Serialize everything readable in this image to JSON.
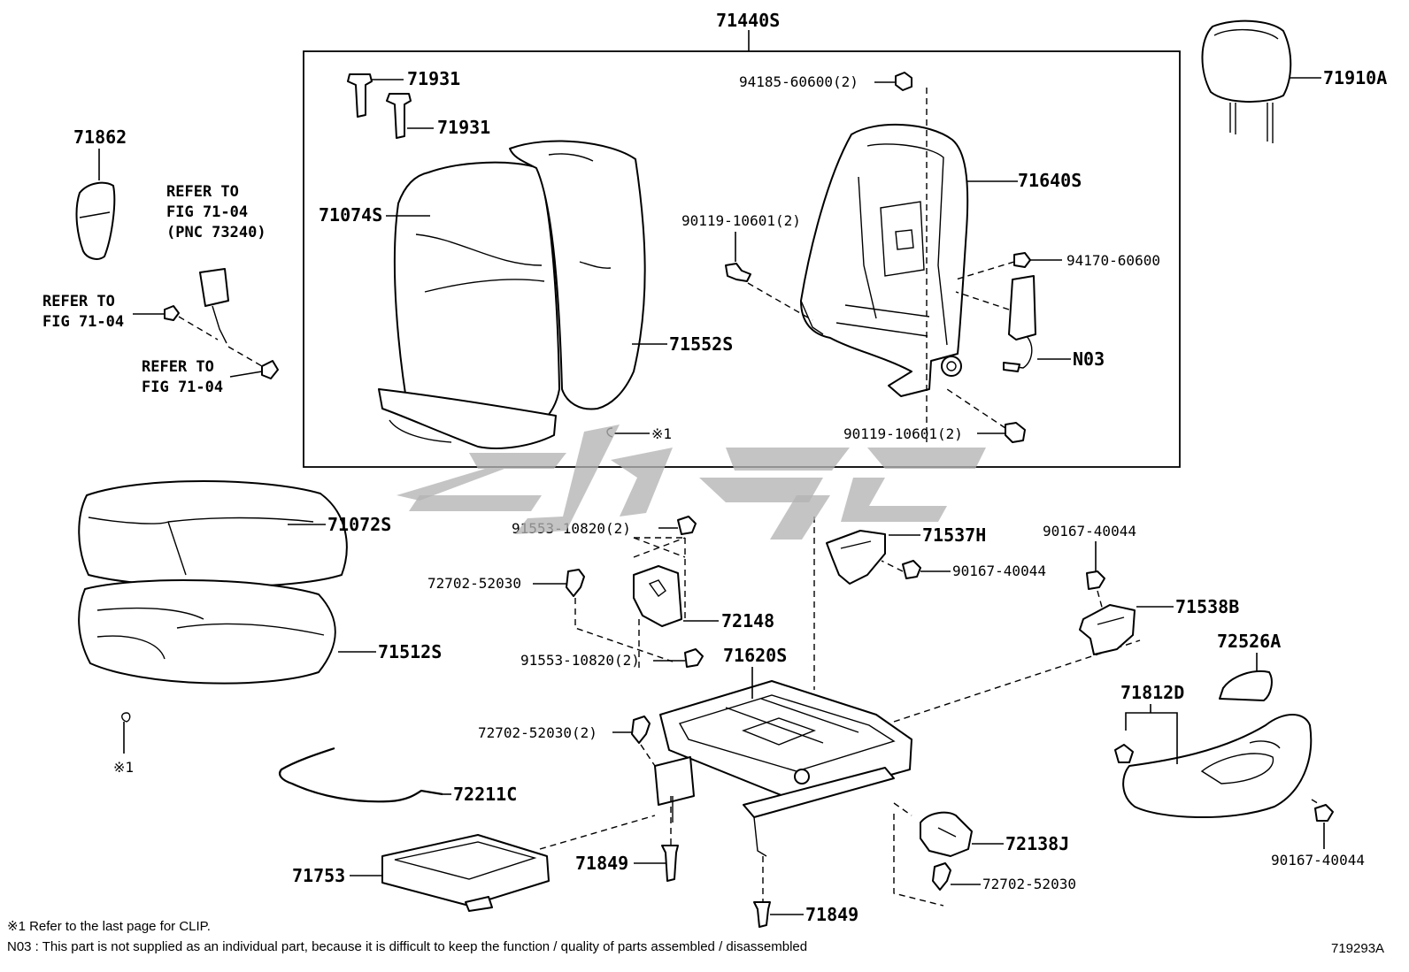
{
  "group_label": "71440S",
  "parts": {
    "p71931a": "71931",
    "p71931b": "71931",
    "p94185": "94185-60600(2)",
    "p71910A": "71910A",
    "p71862": "71862",
    "p71074S": "71074S",
    "p71640S": "71640S",
    "p90119a": "90119-10601(2)",
    "p94170": "94170-60600",
    "p71552S": "71552S",
    "pN03": "N03",
    "pClip1": "※1",
    "p90119b": "90119-10601(2)",
    "p71072S": "71072S",
    "p91553a": "91553-10820(2)",
    "p71537H": "71537H",
    "p90167a": "90167-40044",
    "p90167b": "90167-40044",
    "p72702a": "72702-52030",
    "p72148": "72148",
    "p71538B": "71538B",
    "p71512S": "71512S",
    "p91553b": "91553-10820(2)",
    "p71620S": "71620S",
    "p72526A": "72526A",
    "p71812D": "71812D",
    "p72702b": "72702-52030(2)",
    "pClip2": "※1",
    "p72211C": "72211C",
    "p72138J": "72138J",
    "p71849a": "71849",
    "p72702c": "72702-52030",
    "p71753": "71753",
    "p71849b": "71849",
    "p90167c": "90167-40044"
  },
  "references": {
    "ref1_line1": "REFER TO",
    "ref1_line2": "FIG 71-04",
    "ref1_line3": "(PNC 73240)",
    "ref2_line1": "REFER TO",
    "ref2_line2": "FIG 71-04",
    "ref3_line1": "REFER TO",
    "ref3_line2": "FIG 71-04"
  },
  "notes": {
    "clip_note": "※1 Refer to the last page for CLIP.",
    "n03_note": "N03 : This part is not supplied as an individual part, because it is difficult to keep the function / quality of parts assembled / disassembled"
  },
  "figure_id": "719293A"
}
